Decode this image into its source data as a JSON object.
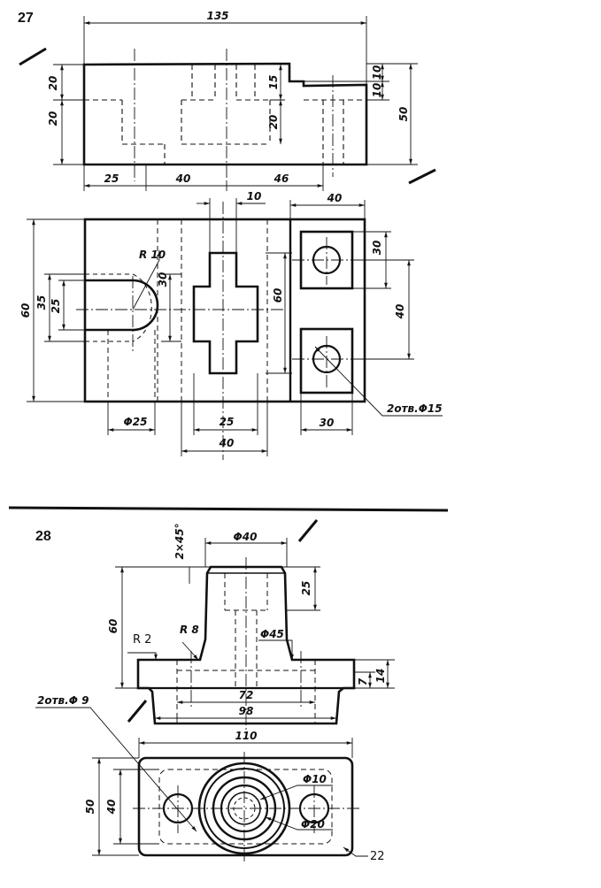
{
  "problems": [
    {
      "number": "27",
      "dims": {
        "d135": "135",
        "d20a": "20",
        "d20b": "20",
        "d15": "15",
        "d20c": "20",
        "d10a": "10",
        "d10b": "10",
        "d50": "50",
        "d25a": "25",
        "d40a": "40",
        "d46": "46",
        "d10c": "10",
        "d40b": "40",
        "r10": "R 10",
        "d30a": "30",
        "d60a": "60",
        "d60b": "60",
        "d35": "35",
        "d25b": "25",
        "d30b": "30",
        "d40c": "40",
        "phi25": "Φ25",
        "d25c": "25",
        "d40d": "40",
        "d30c": "30",
        "holes": "2отв.Φ15"
      }
    },
    {
      "number": "28",
      "dims": {
        "chamfer": "2×45°",
        "phi40": "Φ40",
        "d25": "25",
        "d60": "60",
        "r2": "R 2",
        "r8": "R 8",
        "phi45": "Φ45",
        "d7": "7",
        "d14": "14",
        "d72": "72",
        "d98": "98",
        "holes": "2отв.Φ 9",
        "d110": "110",
        "d50": "50",
        "d40": "40",
        "phi10": "Φ10",
        "phi20": "Φ20",
        "d22": "22"
      }
    }
  ]
}
